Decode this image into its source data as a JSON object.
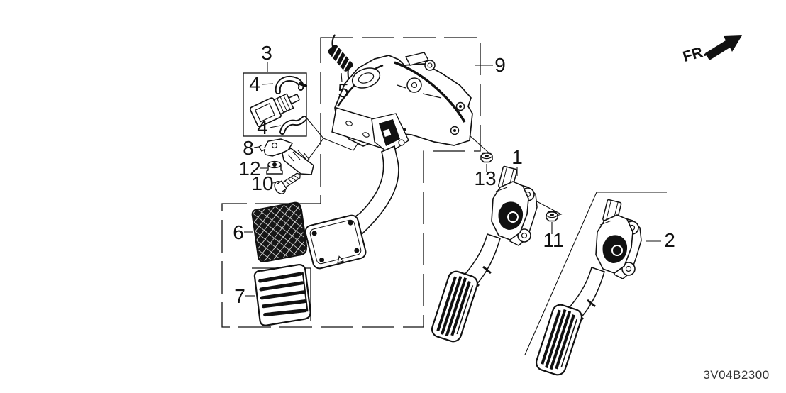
{
  "diagram": {
    "code": "3V04B2300",
    "direction_label": "FR.",
    "colors": {
      "background": "#ffffff",
      "line": "#111111"
    },
    "callouts": {
      "part1": "1",
      "part2": "2",
      "part3": "3",
      "part4_upper": "4",
      "part4_lower": "4",
      "part5": "5",
      "part6": "6",
      "part7": "7",
      "part8": "8",
      "part9": "9",
      "part10": "10",
      "part11": "11",
      "part12": "12",
      "part13": "13"
    }
  }
}
